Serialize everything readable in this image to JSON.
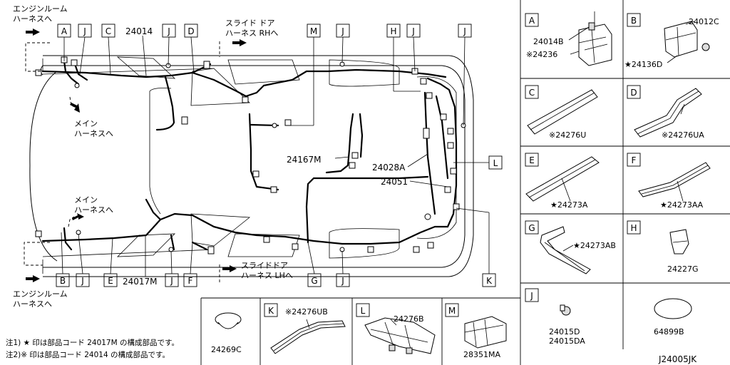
{
  "main": {
    "callouts_top": [
      "A",
      "J",
      "C",
      "J",
      "D",
      "M",
      "J",
      "H",
      "J",
      "J"
    ],
    "callouts_bottom": [
      "B",
      "J",
      "E",
      "J",
      "F",
      "G",
      "J",
      "K"
    ],
    "callout_right": "L",
    "part_24014": "24014",
    "part_24017M": "24017M",
    "part_24167M": "24167M",
    "part_24028A": "24028A",
    "part_24051": "24051",
    "engine_room_top": [
      "エンジンルーム",
      "ハーネスへ"
    ],
    "engine_room_bottom": [
      "エンジンルーム",
      "ハーネスへ"
    ],
    "slide_door_rh": [
      "スライド ドア",
      "ハーネス RHへ"
    ],
    "slide_door_lh": [
      "スライドドア",
      "ハーネス LHへ"
    ],
    "main_harness_top": [
      "メイン",
      "ハーネスへ"
    ],
    "main_harness_bottom": [
      "メイン",
      "ハーネスへ"
    ]
  },
  "panels": {
    "A": {
      "letter": "A",
      "parts": [
        "24014B",
        "※24236"
      ]
    },
    "B": {
      "letter": "B",
      "parts": [
        "24012C",
        "★24136D"
      ]
    },
    "C": {
      "letter": "C",
      "parts": [
        "※24276U"
      ]
    },
    "D": {
      "letter": "D",
      "parts": [
        "※24276UA"
      ]
    },
    "E": {
      "letter": "E",
      "parts": [
        "★24273A"
      ]
    },
    "F": {
      "letter": "F",
      "parts": [
        "★24273AA"
      ]
    },
    "G": {
      "letter": "G",
      "parts": [
        "★24273AB"
      ]
    },
    "H": {
      "letter": "H",
      "parts": [
        "24227G"
      ]
    },
    "J": {
      "letter": "J",
      "parts": [
        "24015D",
        "24015DA"
      ]
    },
    "blank_right": {
      "parts": [
        "64899B"
      ]
    },
    "grommet": {
      "parts": [
        "24269C"
      ]
    },
    "K": {
      "letter": "K",
      "parts": [
        "※24276UB"
      ]
    },
    "L": {
      "letter": "L",
      "parts": [
        "24276B"
      ]
    },
    "M": {
      "letter": "M",
      "parts": [
        "28351MA"
      ]
    }
  },
  "notes": [
    "注1) ★ 印は部品コード 24017M の構成部品です。",
    "注2)※ 印は部品コード 24014 の構成部品です。"
  ],
  "diagram_code": "J24005JK"
}
